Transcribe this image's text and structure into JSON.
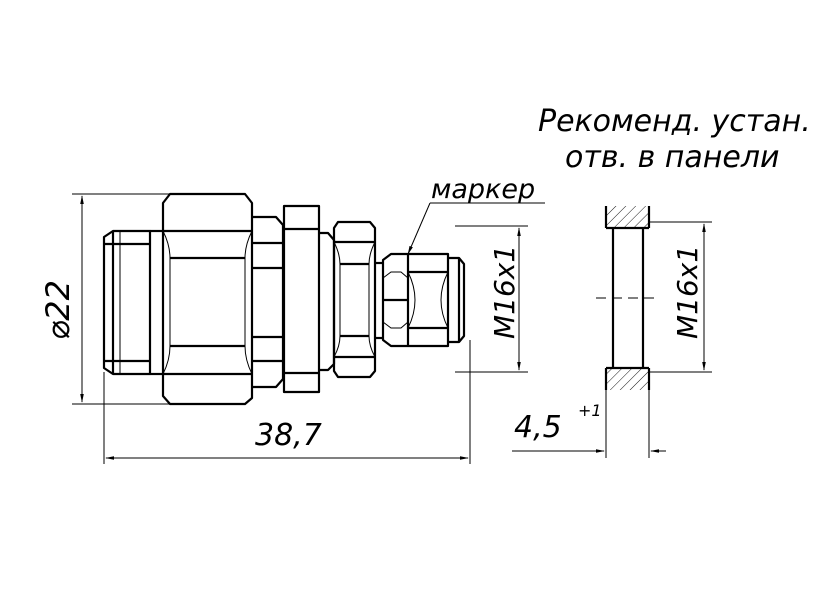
{
  "note": {
    "line1": "Рекоменд. устан.",
    "line2": "отв. в панели"
  },
  "labels": {
    "marker": "маркер",
    "thread_connector": "М16х1",
    "thread_panel": "М16х1"
  },
  "dimensions": {
    "diameter_symbol": "⌀",
    "diameter_value": "22",
    "length": "38,7",
    "panel_thickness": "4,5",
    "panel_tolerance": "+1"
  }
}
